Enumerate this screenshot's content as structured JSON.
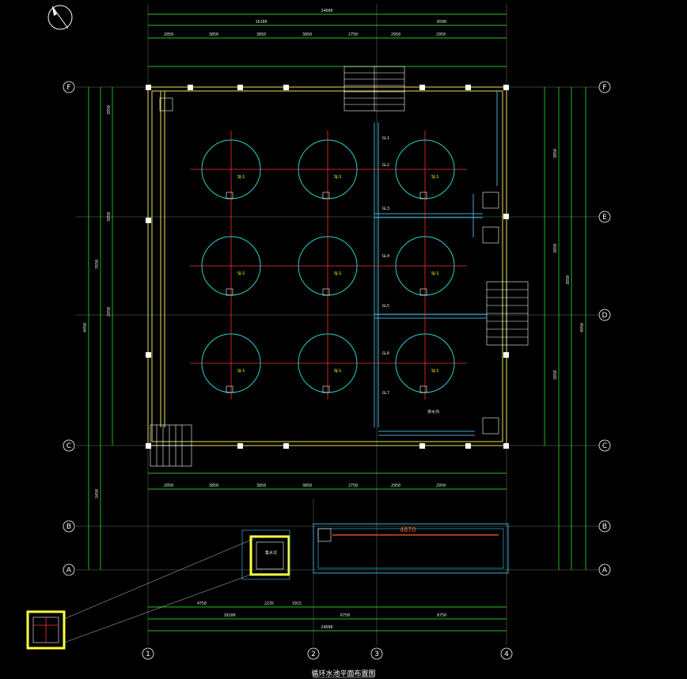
{
  "drawing": {
    "title": "循环水池平面布置图",
    "axis_labels": {
      "horizontal": [
        "1",
        "2",
        "3",
        "4"
      ],
      "vertical": [
        "A",
        "B",
        "C",
        "D",
        "E",
        "F"
      ]
    },
    "overall_dimensions": {
      "top": "24600",
      "bottom": "24600"
    },
    "dim_top_row2": [
      "16100",
      "8500"
    ],
    "dim_top_row3": [
      "2050",
      "3850",
      "3850",
      "3850",
      "2750",
      "2950",
      "2950"
    ],
    "dim_bottom_row1": [
      "2050",
      "3850",
      "3850",
      "3850",
      "2750",
      "2950",
      "2950"
    ],
    "dim_bottom_row2": [
      "4750",
      "2235",
      "1015"
    ],
    "dim_bottom_row3": [
      "10100",
      "6750",
      "8750"
    ],
    "dim_left": [
      "7650",
      "3850",
      "3850",
      "2850",
      "4950",
      "3450"
    ],
    "dim_right": [
      "3850",
      "3850",
      "3850",
      "3850",
      "4950"
    ],
    "pipe_labels": [
      "GL1",
      "GL2",
      "GL3",
      "GL4",
      "GL5",
      "GL6",
      "GL7"
    ],
    "equipment_label": "SJ-1",
    "notes": {
      "trench": "排水沟",
      "pump_pit": "集水坑"
    },
    "bottom_tank_dim": "4870"
  }
}
